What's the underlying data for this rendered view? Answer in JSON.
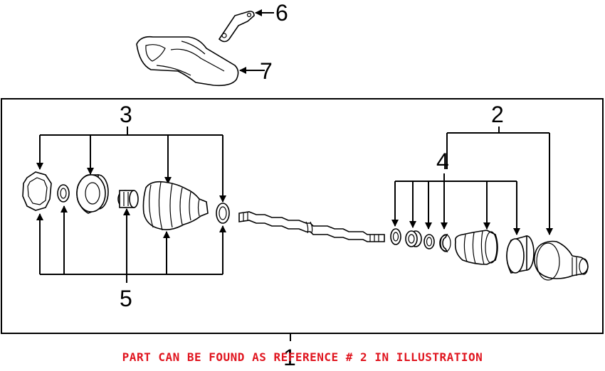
{
  "callouts": {
    "c1": "1",
    "c2": "2",
    "c3": "3",
    "c4": "4",
    "c5": "5",
    "c6": "6",
    "c7": "7"
  },
  "caption": "PART CAN BE FOUND AS REFERENCE # 2 IN ILLUSTRATION",
  "colors": {
    "caption": "#e0141e",
    "line": "#000000",
    "background": "#ffffff"
  }
}
